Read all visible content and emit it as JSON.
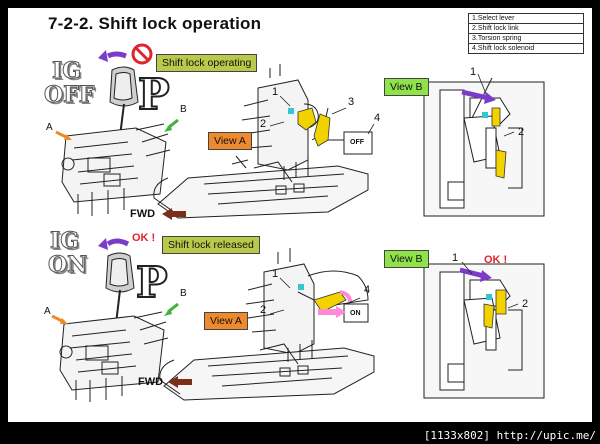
{
  "title": "7-2-2. Shift lock operation",
  "legend": [
    "1.Select lever",
    "2.Shift lock link",
    "3.Torsion spring",
    "4.Shift lock solenoid"
  ],
  "colors": {
    "ok": "#e0242c",
    "operating_box": "#b9c94a",
    "view_a_box": "#ee8a2e",
    "view_b_box": "#8fe24a",
    "highlight": "#f2d300"
  },
  "top": {
    "ig_letters": "IG",
    "state_letters": "OFF",
    "status_label": "Shift lock operating",
    "gear_letter": "P",
    "view_a": "View A",
    "view_b": "View B",
    "fwd": "FWD",
    "label_a": "A",
    "label_b": "B",
    "num_1": "1",
    "num_2": "2",
    "num_3": "3",
    "num_4": "4",
    "b_num_1": "1",
    "b_num_2": "2",
    "solenoid_text": "OFF"
  },
  "bottom": {
    "ig_letters": "IG",
    "state_letters": "ON",
    "status_label": "Shift lock released",
    "gear_letter": "P",
    "ok_label": "OK !",
    "view_a": "View A",
    "view_b": "View B",
    "fwd": "FWD",
    "label_a": "A",
    "label_b": "B",
    "num_1": "1",
    "num_2": "2",
    "num_4": "4",
    "b_num_1": "1",
    "b_num_2": "2",
    "b_ok_label": "OK !",
    "solenoid_text": "ON"
  },
  "caption": "[1133x802] http://upic.me/"
}
